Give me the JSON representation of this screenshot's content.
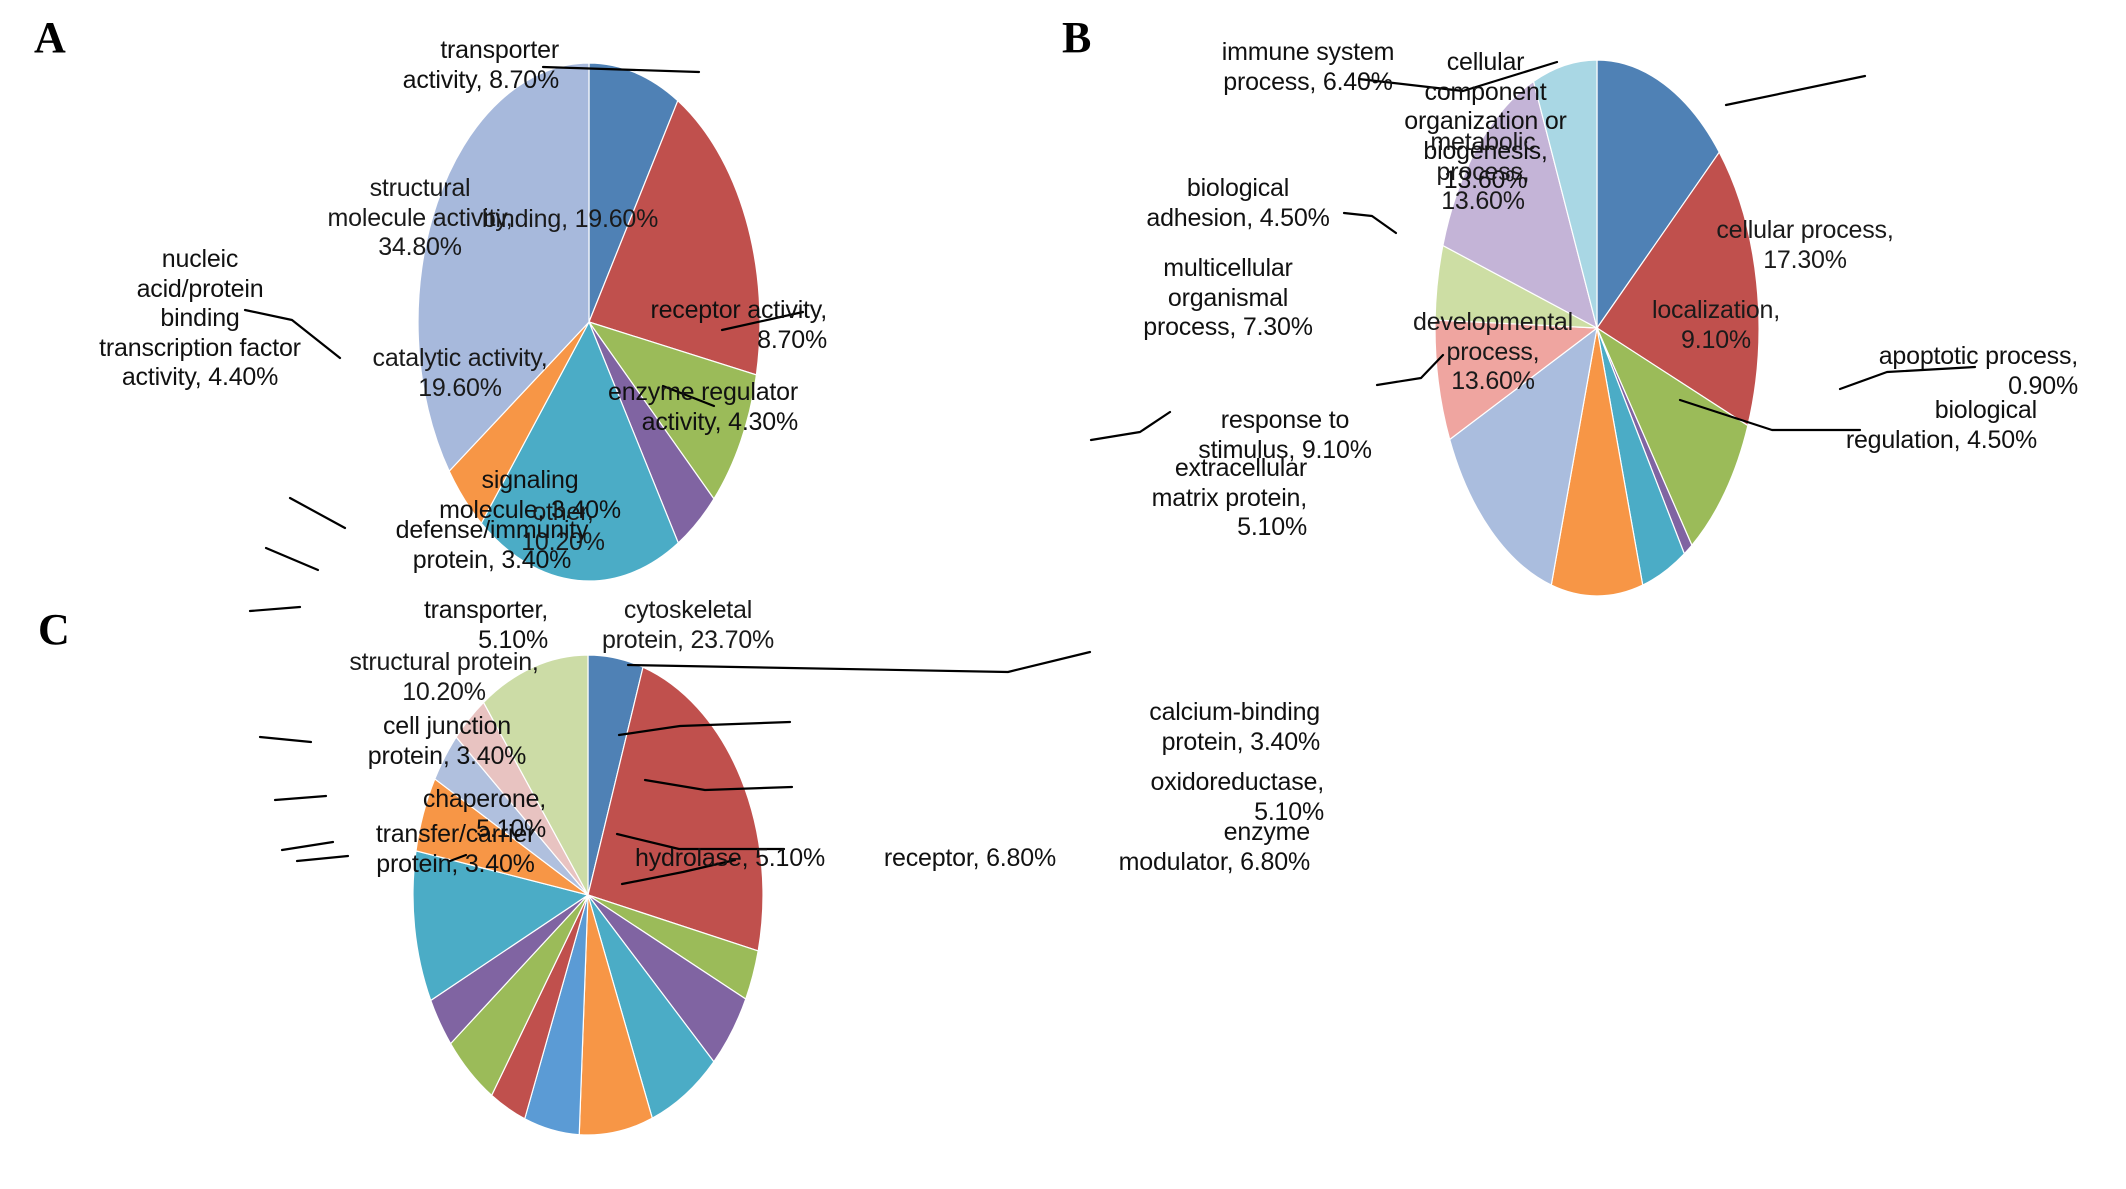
{
  "figure": {
    "panels": [
      "A",
      "B",
      "C"
    ],
    "background": "#ffffff"
  },
  "palette": {
    "blue": "#4F81B5",
    "red": "#C0504D",
    "green": "#9BBB59",
    "purple": "#8064A2",
    "teal": "#4BACC6",
    "orange": "#F79646",
    "light_blue": "#A7B9DC",
    "light_blue2": "#AABDDE",
    "salmon": "#EFA5A0",
    "light_green": "#CDDEA4",
    "light_purple": "#C4B4D7",
    "light_cyan": "#A9D7E4",
    "light_steel": "#B0C0DE",
    "pale_pink": "#E8C3C1",
    "pale_green": "#CCDCA6"
  },
  "panel_a": {
    "letter": "A",
    "chart_data": {
      "type": "pie",
      "title": "",
      "start_angle_deg": 0,
      "direction": "clockwise",
      "legend": "labels-with-leaders",
      "categories": [
        "transporter activity",
        "binding",
        "receptor activity",
        "enzyme regulator activity",
        "catalytic activity",
        "nucleic acid/protein binding transcription factor activity",
        "structural molecule activity"
      ],
      "values": [
        8.7,
        19.6,
        8.7,
        4.3,
        19.6,
        4.4,
        34.8
      ],
      "value_suffix": "%",
      "colors": [
        "#4F81B5",
        "#C0504D",
        "#9BBB59",
        "#8064A2",
        "#4BACC6",
        "#F79646",
        "#A7B9DC"
      ],
      "labels": [
        "transporter\nactivity, 8.70%",
        "binding, 19.60%",
        "receptor activity,\n8.70%",
        "enzyme regulator\nactivity, 4.30%",
        "catalytic activity,\n19.60%",
        "nucleic\nacid/protein\nbinding\ntranscription factor\nactivity, 4.40%",
        "structural\nmolecule activity,\n34.80%"
      ]
    }
  },
  "panel_b": {
    "letter": "B",
    "chart_data": {
      "type": "pie",
      "title": "",
      "start_angle_deg": 0,
      "direction": "clockwise",
      "legend": "labels-with-leaders",
      "categories": [
        "cellular component organization or biogenesis",
        "cellular process",
        "localization",
        "apoptotic process",
        "biological regulation",
        "response to stimulus",
        "developmental process",
        "multicellular organismal process",
        "biological adhesion",
        "metabolic process",
        "immune system process"
      ],
      "values": [
        13.6,
        17.3,
        9.1,
        0.9,
        4.5,
        9.1,
        13.6,
        7.3,
        4.5,
        13.6,
        6.4
      ],
      "value_suffix": "%",
      "colors": [
        "#4F81B5",
        "#C0504D",
        "#9BBB59",
        "#8064A2",
        "#4BACC6",
        "#F79646",
        "#AABDDE",
        "#EFA5A0",
        "#CDDEA4",
        "#C4B4D7",
        "#A9D7E4"
      ],
      "labels": [
        "cellular\ncomponent\norganization or\nbiogenesis,\n13.60%",
        "cellular process,\n17.30%",
        "localization,\n9.10%",
        "apoptotic process,\n0.90%",
        "biological\nregulation, 4.50%",
        "response to\nstimulus, 9.10%",
        "developmental\nprocess,\n13.60%",
        "multicellular\norganismal\nprocess, 7.30%",
        "biological\nadhesion, 4.50%",
        "metabolic\nprocess,\n13.60%",
        "immune system\nprocess, 6.40%"
      ]
    }
  },
  "panel_c": {
    "letter": "C",
    "chart_data": {
      "type": "pie",
      "title": "",
      "start_angle_deg": 0,
      "direction": "clockwise",
      "legend": "labels-with-leaders",
      "categories": [
        "extracellular matrix protein",
        "cytoskeletal protein",
        "calcium-binding protein",
        "oxidoreductase",
        "enzyme modulator",
        "receptor",
        "hydrolase",
        "transfer/carrier protein",
        "chaperone",
        "cell junction protein",
        "structural protein",
        "transporter",
        "defense/immunity protein",
        "signaling molecule",
        "other"
      ],
      "values": [
        5.1,
        23.7,
        3.4,
        5.1,
        6.8,
        6.8,
        5.1,
        3.4,
        5.1,
        3.4,
        10.2,
        5.1,
        3.4,
        3.4,
        10.2
      ],
      "value_suffix": "%",
      "colors": [
        "#4F81B5",
        "#C0504D",
        "#9BBB59",
        "#8064A2",
        "#4BACC6",
        "#F79646",
        "#5B9BD5",
        "#C0504D",
        "#9BBB59",
        "#8064A2",
        "#4BACC6",
        "#F79646",
        "#B0C0DE",
        "#E8C3C1",
        "#CCDCA6"
      ],
      "labels": [
        "extracellular\nmatrix protein,\n5.10%",
        "cytoskeletal\nprotein, 23.70%",
        "calcium-binding\nprotein, 3.40%",
        "oxidoreductase,\n5.10%",
        "enzyme\nmodulator, 6.80%",
        "receptor, 6.80%",
        "hydrolase, 5.10%",
        "transfer/carrier\nprotein, 3.40%",
        "chaperone, 5.10%",
        "cell junction\nprotein, 3.40%",
        "structural protein,\n10.20%",
        "transporter, 5.10%",
        "defense/immunity\nprotein, 3.40%",
        "signaling\nmolecule, 3.40%",
        "other,\n10.20%"
      ]
    }
  }
}
